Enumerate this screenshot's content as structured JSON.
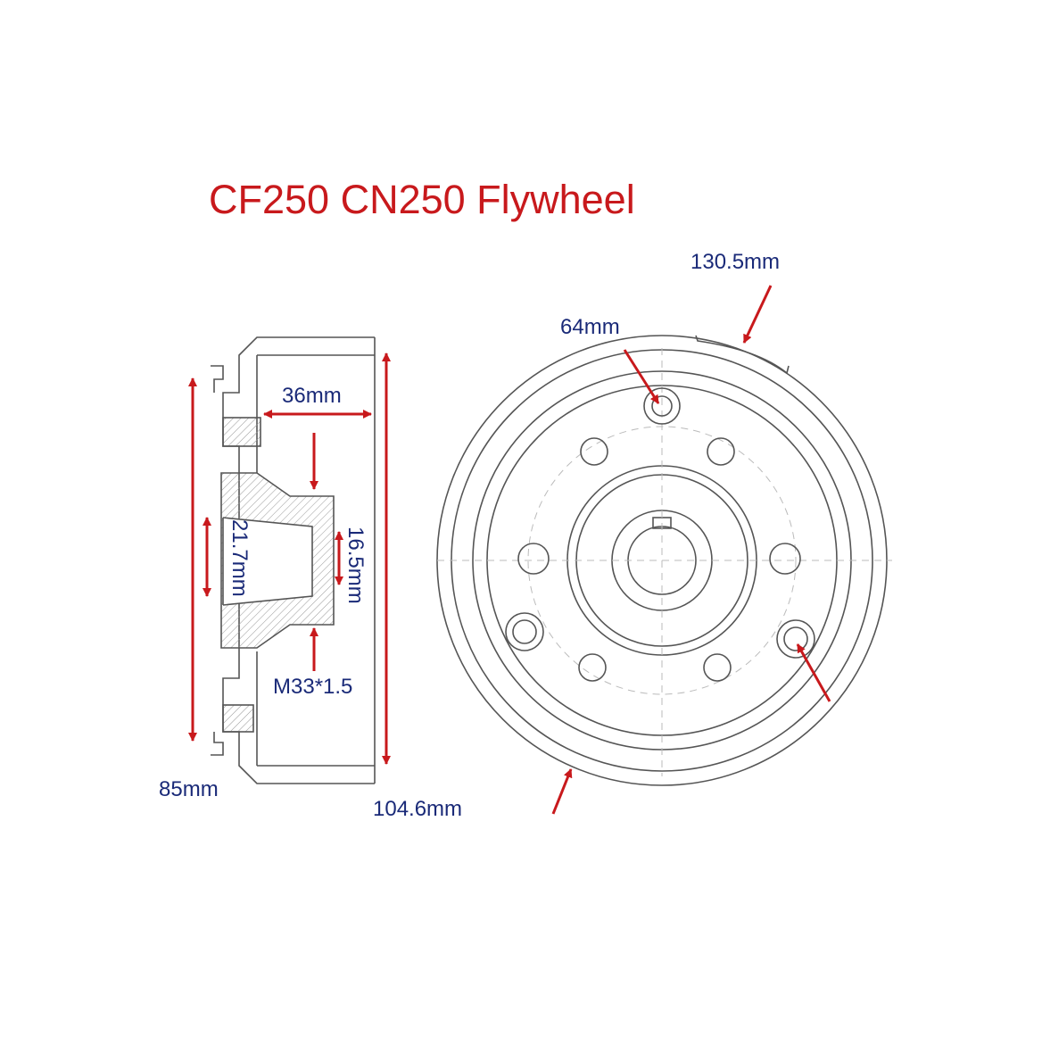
{
  "title": "CF250 CN250 Flywheel",
  "colors": {
    "title": "#c8191c",
    "arrow": "#c8191c",
    "dimension_text": "#1a2a78",
    "line": "#555555"
  },
  "dimensions": {
    "outer_diameter": "130.5mm",
    "bolt_circle": "64mm",
    "depth": "36mm",
    "inner_bore": "21.7mm",
    "taper_bore": "16.5mm",
    "thread": "M33*1.5",
    "hub_height": "85mm",
    "overall_height": "104.6mm"
  }
}
